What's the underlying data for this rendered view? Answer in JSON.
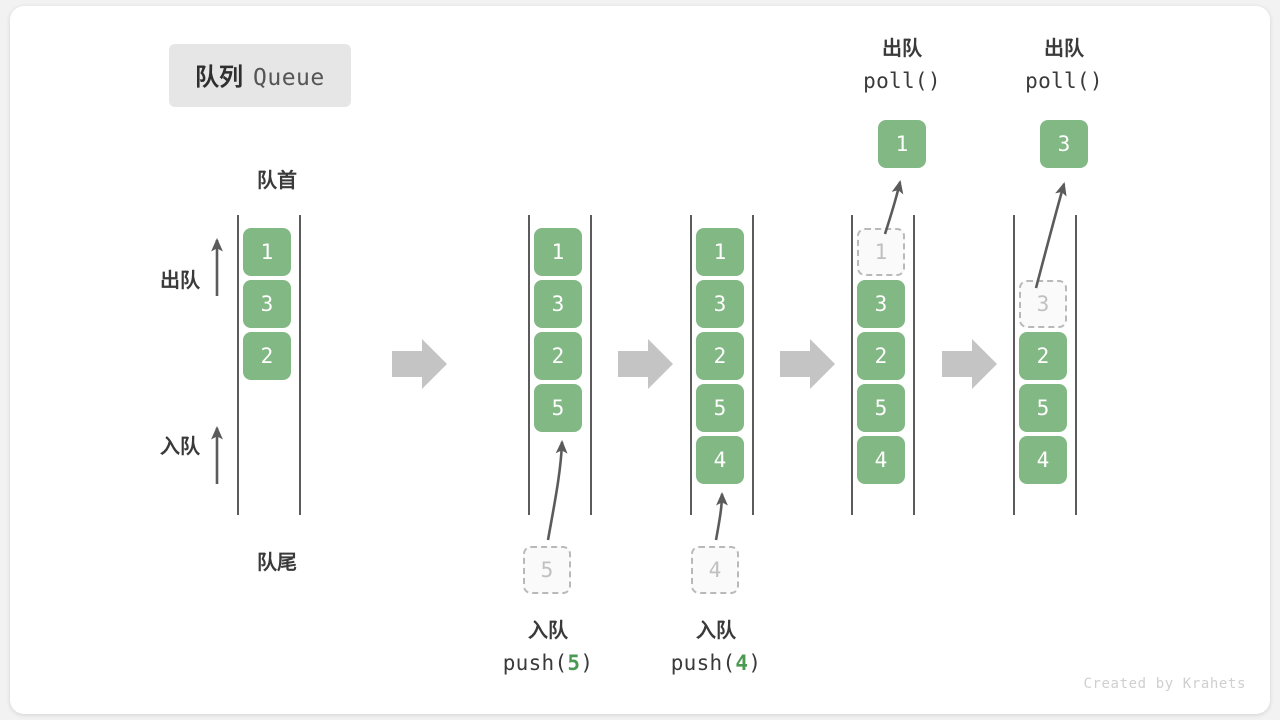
{
  "title": {
    "cn": "队列",
    "en": "Queue"
  },
  "labels": {
    "head": "队首",
    "tail": "队尾",
    "dequeue": "出队",
    "enqueue": "入队"
  },
  "credit": "Created by Krahets",
  "colors": {
    "element_green": "#82b884",
    "ghost_gray": "#c0c0c0",
    "rail_gray": "#5b5b5b",
    "block_arrow_gray": "#c4c4c4",
    "chip_bg": "#e6e6e6",
    "text_dark": "#3a3a3a"
  },
  "side_axis": {
    "dequeue_label": "出队",
    "enqueue_label": "入队"
  },
  "stages": [
    {
      "id": "initial",
      "cells": [
        {
          "value": "1",
          "state": "filled"
        },
        {
          "value": "3",
          "state": "filled"
        },
        {
          "value": "2",
          "state": "filled"
        }
      ],
      "top_label": null,
      "bottom_label": null,
      "popped": null,
      "incoming": null
    },
    {
      "id": "push-5",
      "cells": [
        {
          "value": "1",
          "state": "filled"
        },
        {
          "value": "3",
          "state": "filled"
        },
        {
          "value": "2",
          "state": "filled"
        },
        {
          "value": "5",
          "state": "filled"
        }
      ],
      "top_label": null,
      "bottom_label": {
        "cn": "入队",
        "code_prefix": "push(",
        "code_value": "5",
        "code_suffix": ")"
      },
      "popped": null,
      "incoming": {
        "value": "5",
        "state": "ghost"
      }
    },
    {
      "id": "push-4",
      "cells": [
        {
          "value": "1",
          "state": "filled"
        },
        {
          "value": "3",
          "state": "filled"
        },
        {
          "value": "2",
          "state": "filled"
        },
        {
          "value": "5",
          "state": "filled"
        },
        {
          "value": "4",
          "state": "filled"
        }
      ],
      "top_label": null,
      "bottom_label": {
        "cn": "入队",
        "code_prefix": "push(",
        "code_value": "4",
        "code_suffix": ")"
      },
      "popped": null,
      "incoming": {
        "value": "4",
        "state": "ghost"
      }
    },
    {
      "id": "poll-1",
      "cells": [
        {
          "value": "1",
          "state": "ghost"
        },
        {
          "value": "3",
          "state": "filled"
        },
        {
          "value": "2",
          "state": "filled"
        },
        {
          "value": "5",
          "state": "filled"
        },
        {
          "value": "4",
          "state": "filled"
        }
      ],
      "top_label": {
        "cn": "出队",
        "code_prefix": "poll(",
        "code_value": "",
        "code_suffix": ")"
      },
      "bottom_label": null,
      "popped": {
        "value": "1",
        "state": "filled"
      },
      "incoming": null
    },
    {
      "id": "poll-3",
      "cells": [
        {
          "value": "",
          "state": "empty"
        },
        {
          "value": "3",
          "state": "ghost"
        },
        {
          "value": "2",
          "state": "filled"
        },
        {
          "value": "5",
          "state": "filled"
        },
        {
          "value": "4",
          "state": "filled"
        }
      ],
      "top_label": {
        "cn": "出队",
        "code_prefix": "poll(",
        "code_value": "",
        "code_suffix": ")"
      },
      "bottom_label": null,
      "popped": {
        "value": "3",
        "state": "filled"
      },
      "incoming": null
    }
  ],
  "flow_arrows": [
    {
      "id": "flow-1"
    },
    {
      "id": "flow-2"
    },
    {
      "id": "flow-3"
    },
    {
      "id": "flow-4"
    }
  ]
}
